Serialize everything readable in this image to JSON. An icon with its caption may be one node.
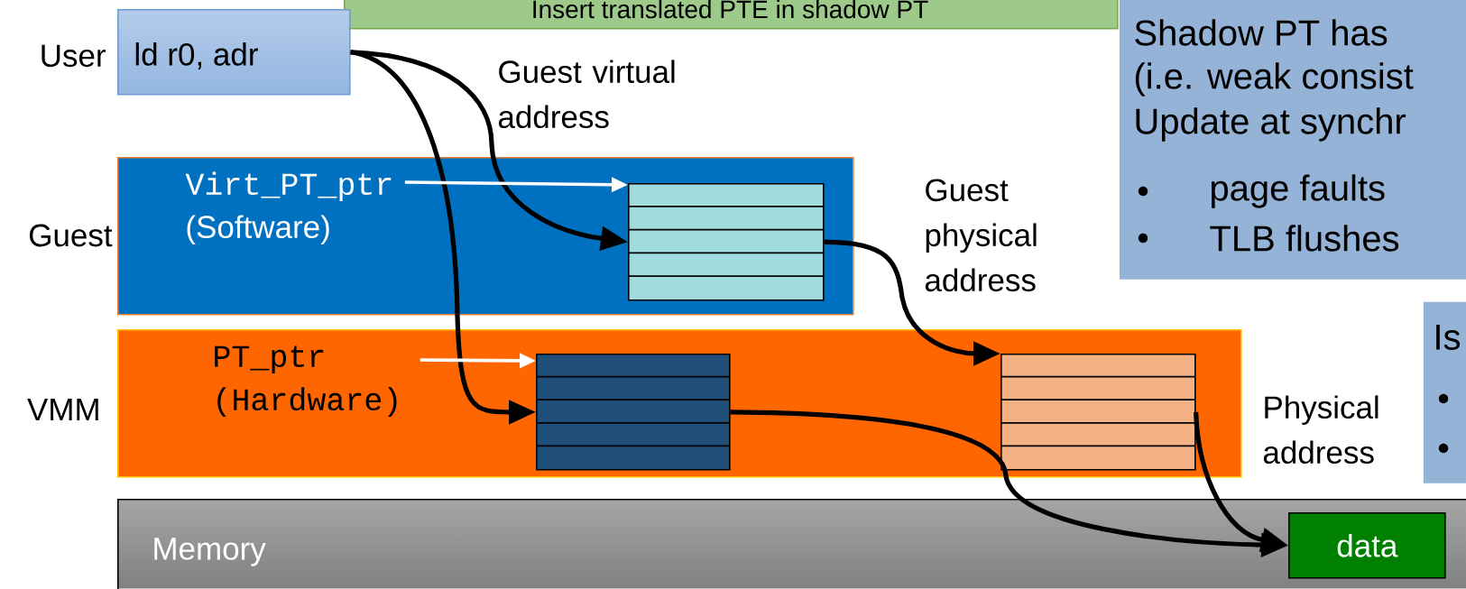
{
  "diagram": {
    "nodes": [
      {
        "text": [
          "Insert translated PTE in shadow PT"
        ]
      },
      {
        "text": [
          "Shadow PT has",
          "(i.e. weak consist",
          "Update at synchr",
          "page faults",
          "TLB flushes"
        ]
      },
      {
        "text": [
          "ld r0, adr"
        ],
        "beside": [
          "User"
        ]
      },
      {
        "text": [],
        "shape": "box",
        "beside": [
          "Guest"
        ]
      },
      {
        "text": [
          "Virt_PT_ptr",
          "(Software)"
        ],
        "in": 3
      },
      {
        "text": [],
        "shape": "box",
        "in": 3
      },
      {
        "text": [],
        "shape": "box",
        "beside": [
          "VMM"
        ]
      },
      {
        "text": [
          "PT_ptr",
          "(Hardware)"
        ],
        "in": 6
      },
      {
        "text": [],
        "shape": "box",
        "in": 6
      },
      {
        "text": [],
        "shape": "box",
        "in": 6
      },
      {
        "text": [
          "Is"
        ]
      },
      {
        "text": [
          "Memory"
        ]
      },
      {
        "text": [
          "data"
        ],
        "in": 11
      }
    ],
    "edges": [
      {
        "from": 2,
        "to": 5,
        "arrow": "to",
        "label": "Guest virtual address"
      },
      {
        "from": 2,
        "to": 8,
        "arrow": "to"
      },
      {
        "from": 4,
        "to": 5,
        "arrow": "to",
        "color": "#ffffff"
      },
      {
        "from": 7,
        "to": 8,
        "arrow": "to",
        "color": "#ffffff"
      },
      {
        "from": 5,
        "to": 9,
        "arrow": "to",
        "label": "Guest physical address"
      },
      {
        "from": 8,
        "to": 12,
        "arrow": "to"
      },
      {
        "from": 9,
        "to": 12,
        "arrow": "to",
        "label": "Physical address"
      }
    ]
  }
}
